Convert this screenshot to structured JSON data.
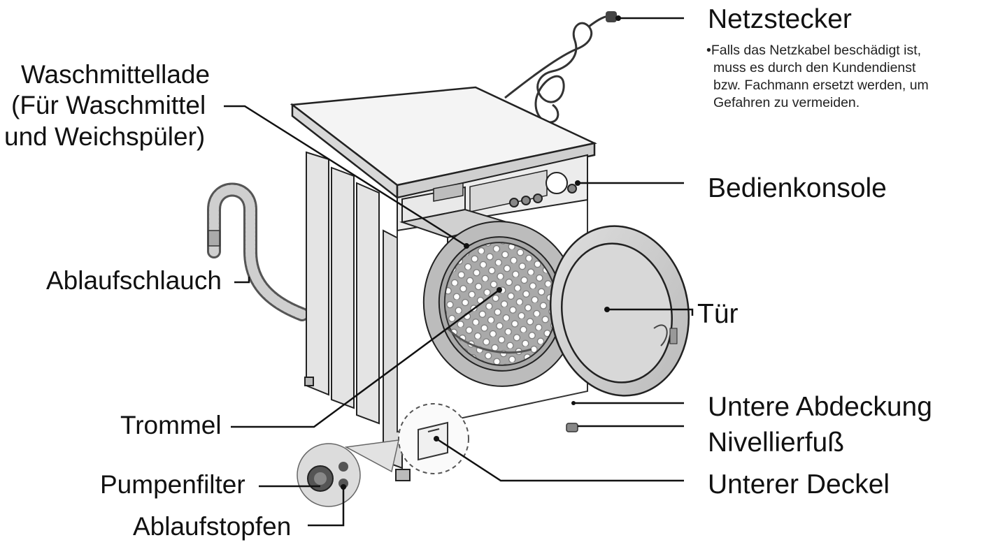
{
  "labels": {
    "netzstecker": "Netzstecker",
    "note": [
      "•Falls das Netzkabel beschädigt ist,",
      "muss es durch den Kundendienst",
      "bzw. Fachmann ersetzt werden, um",
      "Gefahren zu vermeiden."
    ],
    "waschmittellade": [
      "Waschmittellade",
      "(Für Waschmittel",
      "und Weichspüler)"
    ],
    "bedienkonsole": "Bedienkonsole",
    "ablaufschlauch": "Ablaufschlauch",
    "tuer": "Tür",
    "untere_abdeckung": "Untere Abdeckung",
    "nivellierfuss": "Nivellierfuß",
    "trommel": "Trommel",
    "unterer_deckel": "Unterer Deckel",
    "pumpenfilter": "Pumpenfilter",
    "ablaufstopfen": "Ablaufstopfen"
  },
  "colors": {
    "line": "#111111",
    "body_fill": "#ffffff",
    "panel_fill": "#e6e6e6",
    "shade_fill": "#d4d4d4",
    "seal_fill": "#bdbdbd",
    "drum_fill": "#c9c9c9",
    "door_fill": "#cfcfcf"
  }
}
